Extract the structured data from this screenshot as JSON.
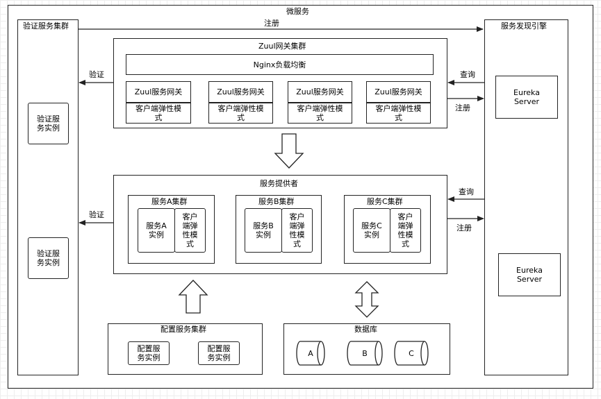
{
  "outer_title": "微服务",
  "auth_cluster": {
    "title": "验证服务集群",
    "instance1": "验证服\n务实例",
    "instance2": "验证服\n务实例"
  },
  "discovery": {
    "title": "服务发现引擎",
    "eureka1": "Eureka\nServer",
    "eureka2": "Eureka\nServer"
  },
  "top_register": "注册",
  "zuul": {
    "title": "Zuul网关集群",
    "nginx": "Nginx负载均衡",
    "gateways": [
      {
        "name": "Zuul服务网关",
        "client": "客户端弹性模\n式"
      },
      {
        "name": "Zuul服务网关",
        "client": "客户端弹性模\n式"
      },
      {
        "name": "Zuul服务网关",
        "client": "客户端弹性模\n式"
      },
      {
        "name": "Zuul服务网关",
        "client": "客户端弹性模\n式"
      }
    ],
    "verify": "验证",
    "query": "查询",
    "register": "注册"
  },
  "provider": {
    "title": "服务提供者",
    "clusters": [
      {
        "title": "服务A集群",
        "instance": "服务A\n实例",
        "client": "客户\n端弹\n性模\n式"
      },
      {
        "title": "服务B集群",
        "instance": "服务B\n实例",
        "client": "客户\n端弹\n性模\n式"
      },
      {
        "title": "服务C集群",
        "instance": "服务C\n实例",
        "client": "客户\n端弹\n性模\n式"
      }
    ],
    "verify": "验证",
    "query": "查询",
    "register": "注册"
  },
  "config": {
    "title": "配置服务集群",
    "instances": [
      "配置服\n务实例",
      "配置服\n务实例"
    ]
  },
  "database": {
    "title": "数据库",
    "items": [
      "A",
      "B",
      "C"
    ]
  }
}
